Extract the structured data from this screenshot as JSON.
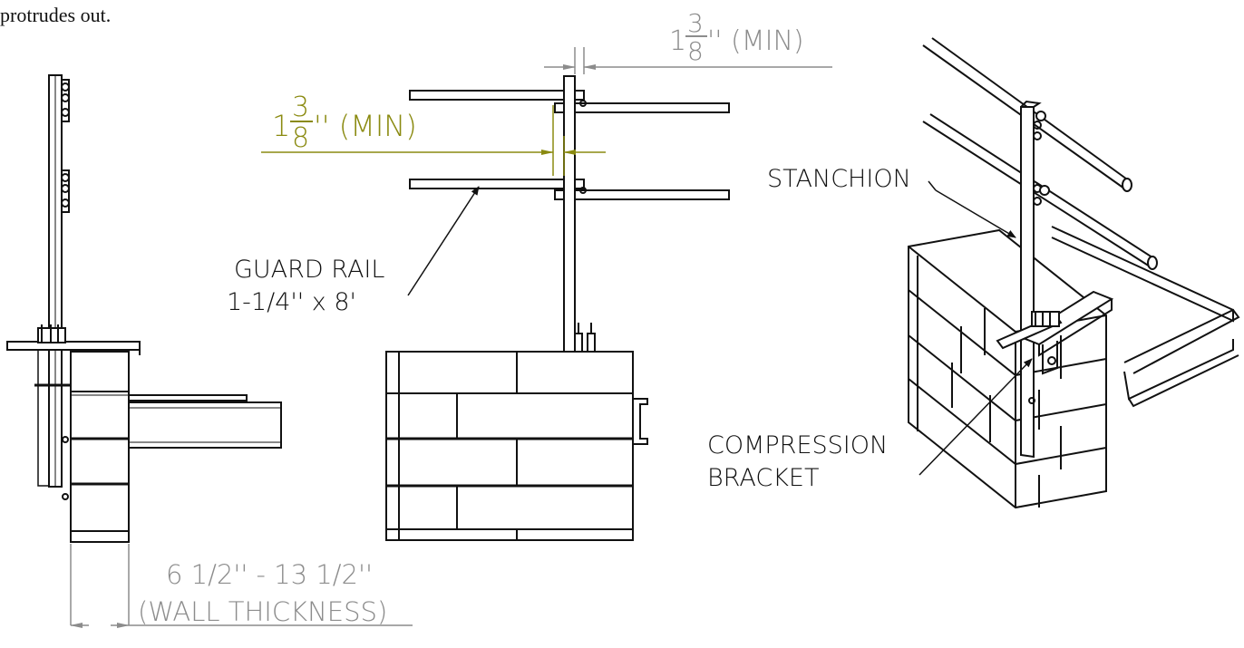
{
  "caption_fragment": "protrudes out.",
  "dimensions": {
    "top_gap": {
      "whole": "1",
      "num": "3",
      "den": "8",
      "suffix": "'' (MIN)"
    },
    "rail_gap": {
      "whole": "1",
      "num": "3",
      "den": "8",
      "suffix": "'' (MIN)"
    },
    "wall_thickness": {
      "range": "6 1/2'' - 13 1/2''",
      "note": "(WALL THICKNESS)"
    }
  },
  "callouts": {
    "guard_rail_line1": "GUARD RAIL",
    "guard_rail_line2": "1-1/4'' x 8'",
    "stanchion": "STANCHION",
    "compression_line1": "COMPRESSION",
    "compression_line2": "BRACKET"
  },
  "colors": {
    "line": "#111111",
    "dim_gray": "#8c8c8c",
    "dim_olive": "#8a8a10",
    "fill_light": "#f4f4f4"
  }
}
